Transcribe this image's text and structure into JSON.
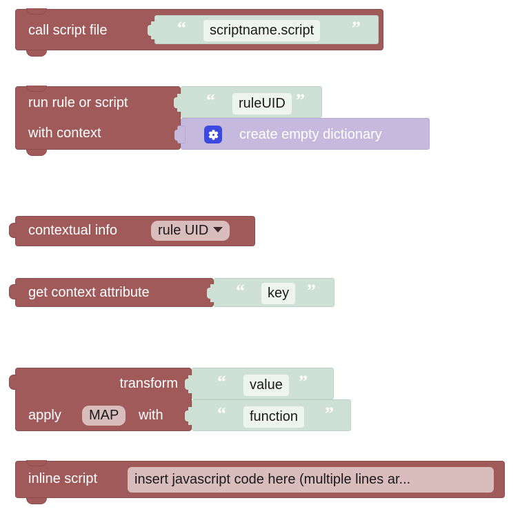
{
  "workspace": {
    "background_color": "#ffffff",
    "block_color": "#a05a5a",
    "string_block_color": "#cfe0d6",
    "dict_block_color": "#c5bade",
    "field_light_color": "#eef4f0",
    "field_rose_color": "#d9bdbd",
    "gear_badge_color": "#3b49df"
  },
  "blocks": [
    {
      "id": "call-script-file",
      "type": "statement",
      "labels": [
        "call script file"
      ],
      "value": {
        "kind": "string",
        "open_quote": "“",
        "close_quote": "”",
        "text": "scriptname.script"
      }
    },
    {
      "id": "run-rule-or-script",
      "type": "statement",
      "labels": [
        "run rule or script",
        "with context"
      ],
      "value_row_1": {
        "kind": "string",
        "open_quote": "“",
        "close_quote": "”",
        "text": "ruleUID"
      },
      "value_row_2": {
        "kind": "dictionary",
        "icon": "gear-icon",
        "text": "create empty dictionary"
      }
    },
    {
      "id": "contextual-info",
      "type": "value",
      "labels": [
        "contextual info"
      ],
      "dropdown": {
        "selected": "rule UID",
        "caret": "chevron-down-icon"
      }
    },
    {
      "id": "get-context-attribute",
      "type": "value",
      "labels": [
        "get context attribute"
      ],
      "value": {
        "kind": "string",
        "open_quote": "“",
        "close_quote": "”",
        "text": "key"
      }
    },
    {
      "id": "transform",
      "type": "value",
      "labels": [
        "transform",
        "apply",
        "with"
      ],
      "dropdown": {
        "selected": "MAP"
      },
      "value_row_1": {
        "kind": "string",
        "open_quote": "“",
        "close_quote": "”",
        "text": "value"
      },
      "value_row_2": {
        "kind": "string",
        "open_quote": "“",
        "close_quote": "”",
        "text": "function"
      }
    },
    {
      "id": "inline-script",
      "type": "statement",
      "labels": [
        "inline script"
      ],
      "code_field": "insert javascript code here (multiple lines ar..."
    }
  ]
}
